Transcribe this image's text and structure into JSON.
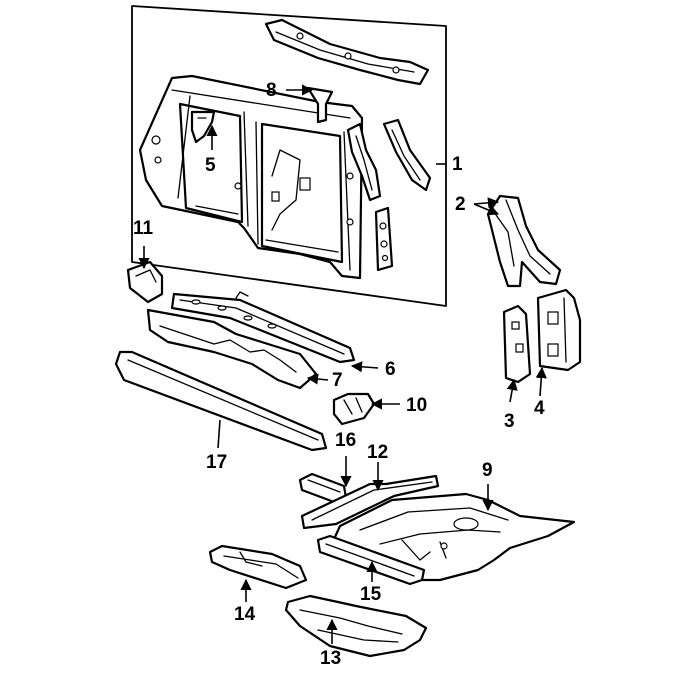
{
  "callouts": {
    "n1": "1",
    "n2": "2",
    "n3": "3",
    "n4": "4",
    "n5": "5",
    "n6": "6",
    "n7": "7",
    "n8": "8",
    "n9": "9",
    "n10": "10",
    "n11": "11",
    "n12": "12",
    "n13": "13",
    "n14": "14",
    "n15": "15",
    "n16": "16",
    "n17": "17"
  },
  "colors": {
    "line": "#000000",
    "paper": "#ffffff"
  }
}
